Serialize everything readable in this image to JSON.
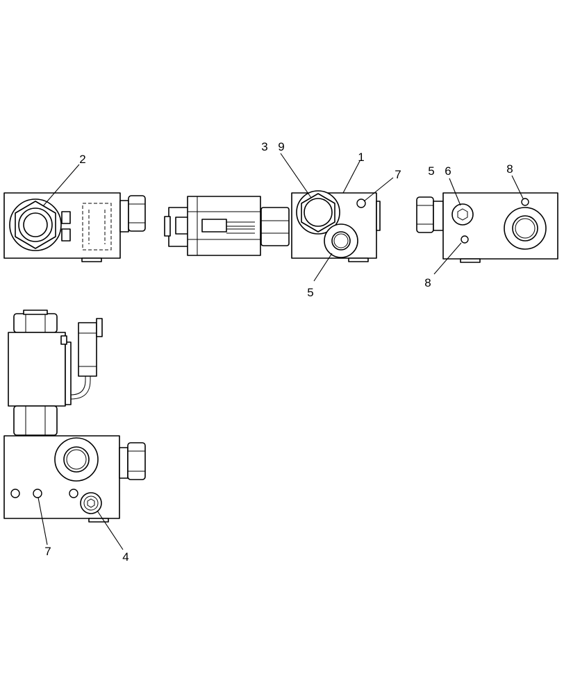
{
  "callouts": {
    "c1": "1",
    "c2": "2",
    "c3": "3",
    "c4": "4",
    "c5a": "5",
    "c5b": "5",
    "c6": "6",
    "c7a": "7",
    "c7b": "7",
    "c8a": "8",
    "c8b": "8",
    "c9": "9"
  },
  "colors": {
    "line": "#000000",
    "background": "#ffffff"
  }
}
